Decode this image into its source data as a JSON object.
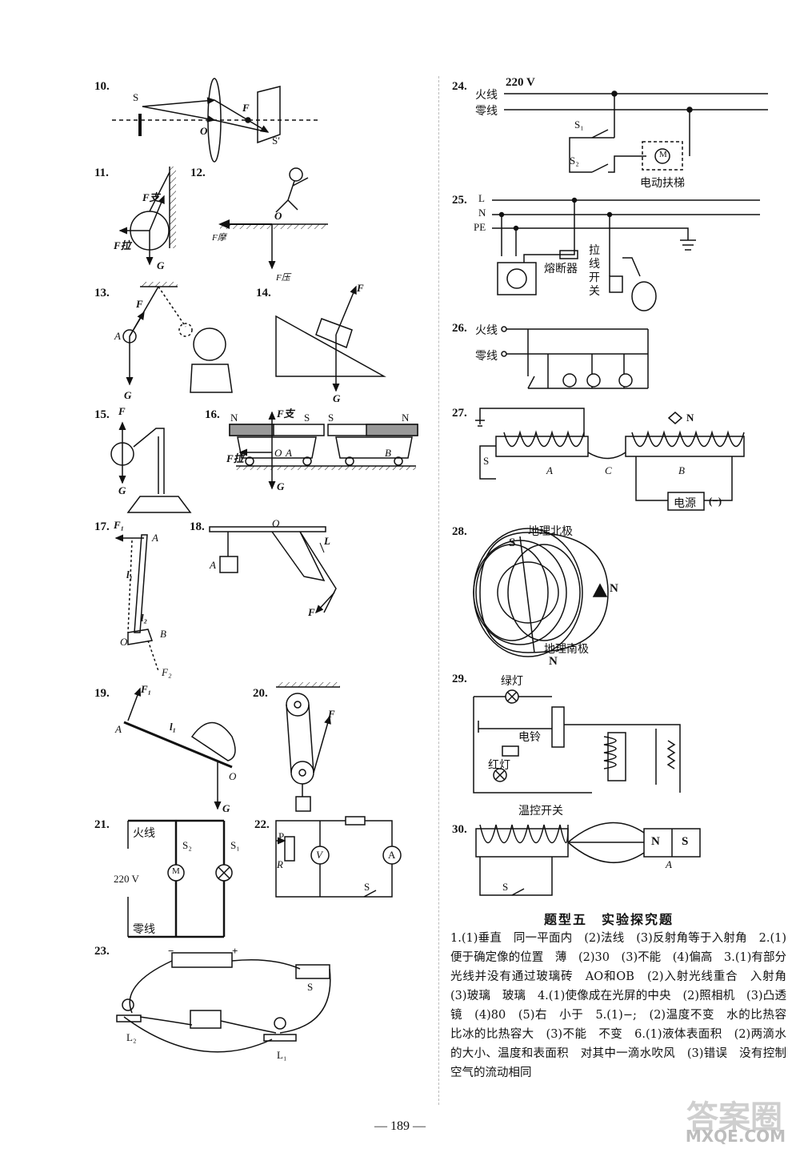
{
  "problems": {
    "p10": {
      "num": "10.",
      "S": "S",
      "F": "F",
      "O": "O",
      "S2": "S′"
    },
    "p11": {
      "num": "11.",
      "Fsup": "F支",
      "Fpull": "F拉",
      "G": "G"
    },
    "p12": {
      "num": "12.",
      "O": "O",
      "Ff": "F摩",
      "Fn": "F压"
    },
    "p13": {
      "num": "13.",
      "F": "F",
      "A": "A",
      "G": "G"
    },
    "p14": {
      "num": "14.",
      "F": "F",
      "G": "G"
    },
    "p15": {
      "num": "15.",
      "F": "F",
      "G": "G"
    },
    "p16": {
      "num": "16.",
      "N1": "N",
      "S1": "S",
      "S2": "S",
      "N2": "N",
      "Fup": "F支",
      "Fleft": "F拉",
      "O": "O",
      "A": "A",
      "B": "B",
      "G": "G"
    },
    "p17": {
      "num": "17.",
      "F1": "F₁",
      "A": "A",
      "l1": "l₁",
      "l2": "l₂",
      "O": "O",
      "B": "B",
      "F2": "F₂"
    },
    "p18": {
      "num": "18.",
      "O": "O",
      "L": "L",
      "A": "A",
      "F": "F"
    },
    "p19": {
      "num": "19.",
      "F1": "F₁",
      "A": "A",
      "l1": "l₁",
      "O": "O",
      "G": "G"
    },
    "p20": {
      "num": "20.",
      "F": "F"
    },
    "p21": {
      "num": "21.",
      "fire": "火线",
      "S2": "S₂",
      "S1": "S₁",
      "V": "220 V",
      "M": "M",
      "zero": "零线"
    },
    "p22": {
      "num": "22.",
      "P": "P",
      "R": "R",
      "V": "V",
      "A": "A",
      "S": "S"
    },
    "p23": {
      "num": "23.",
      "minus": "−",
      "plus": "+",
      "S": "S",
      "L2": "L₂",
      "L1": "L₁"
    },
    "p24": {
      "num": "24.",
      "fire": "火线",
      "volt": "220 V",
      "zero": "零线",
      "S1": "S₁",
      "S2": "S₂",
      "M": "M",
      "label": "电动扶梯"
    },
    "p25": {
      "num": "25.",
      "L": "L",
      "N": "N",
      "PE": "PE",
      "fuse": "熔断器",
      "switch": "拉线开关"
    },
    "p26": {
      "num": "26.",
      "fire": "火线",
      "zero": "零线"
    },
    "p27": {
      "num": "27.",
      "N": "N",
      "S": "S",
      "A": "A",
      "C": "C",
      "B": "B",
      "power": "电源",
      "sign": "(−)"
    },
    "p28": {
      "num": "28.",
      "north": "地理北极",
      "south": "地理南极",
      "S": "S",
      "N1": "N",
      "N2": "N"
    },
    "p29": {
      "num": "29.",
      "green": "绿灯",
      "bell": "电铃",
      "red": "红灯",
      "switch": "温控开关"
    },
    "p30": {
      "num": "30.",
      "N": "N",
      "S": "S",
      "A": "A",
      "Sw": "S"
    }
  },
  "section": {
    "title": "题型五　实验探究题"
  },
  "answers": "1.(1)垂直　同一平面内　(2)法线　(3)反射角等于入射角　2.(1)便于确定像的位置　薄　(2)30　(3)不能　(4)偏高　3.(1)有部分光线并没有通过玻璃砖　AO和OB　(2)入射光线重合　入射角　(3)玻璃　玻璃　4.(1)使像成在光屏的中央　(2)照相机　(3)凸透镜　(4)80　(5)右　小于　5.(1)−;　(2)温度不变　水的比热容比冰的比热容大　(3)不能　不变　6.(1)液体表面积　(2)两滴水的大小、温度和表面积　对其中一滴水吹风　(3)错误　没有控制空气的流动相同",
  "page_number": "— 189 —",
  "watermark": {
    "cn": "答案圈",
    "en": "MXQE.COM"
  }
}
